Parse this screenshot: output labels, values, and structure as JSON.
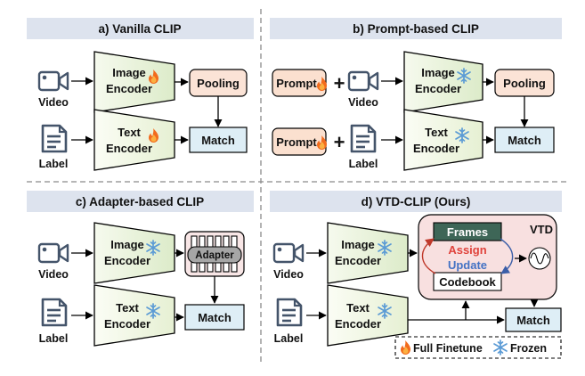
{
  "panels": {
    "a": {
      "title": "a) Vanilla CLIP"
    },
    "b": {
      "title": "b) Prompt-based CLIP"
    },
    "c": {
      "title": "c) Adapter-based CLIP"
    },
    "d": {
      "title": "d) VTD-CLIP (Ours)"
    }
  },
  "labels": {
    "video": "Video",
    "label": "Label",
    "image_encoder_1": "Image",
    "image_encoder_2": "Encoder",
    "text_encoder_1": "Text",
    "text_encoder_2": "Encoder",
    "pooling": "Pooling",
    "match": "Match",
    "prompt": "Prompt",
    "plus": "+",
    "adapter": "Adapter",
    "frames": "Frames",
    "assign": "Assign",
    "update": "Update",
    "codebook": "Codebook",
    "vtd": "VTD"
  },
  "legend": {
    "finetune": "Full Finetune",
    "frozen": "Frozen"
  },
  "colors": {
    "header_bg": "#dde3ee",
    "image_encoder_fill": "#e9f1dc",
    "text_encoder_fill": "#f4f8e8",
    "pooling_fill": "#fbe3d6",
    "match_fill": "#deeef6",
    "prompt_fill": "#fbe0cf",
    "vtd_fill": "#f8e0e0",
    "frames_fill": "#3e6657",
    "assign_text": "#e0433c",
    "update_text": "#4472c4",
    "icon_blue": "#44546a"
  }
}
